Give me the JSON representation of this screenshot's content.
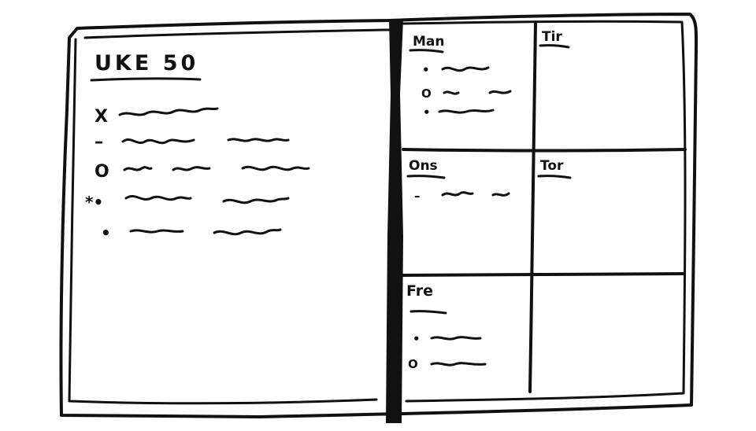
{
  "ink_color": "#111111",
  "paper_color": "#ffffff",
  "left_page": {
    "title": "UKE 50",
    "entries": [
      {
        "bullet": "X",
        "bullet_name": "completed-task-x-icon",
        "scribbles": 1
      },
      {
        "bullet": "–",
        "bullet_name": "note-dash-icon",
        "scribbles": 2
      },
      {
        "bullet": "O",
        "bullet_name": "event-circle-icon",
        "scribbles": 3
      },
      {
        "bullet": "*•",
        "bullet_name": "priority-task-icon",
        "scribbles": 2
      },
      {
        "bullet": "•",
        "bullet_name": "task-dot-icon",
        "scribbles": 2
      }
    ]
  },
  "right_page": {
    "days": [
      {
        "label": "Man",
        "entries": [
          {
            "bullet": "•",
            "bullet_name": "task-dot-icon"
          },
          {
            "bullet": "O",
            "bullet_name": "event-circle-icon"
          },
          {
            "bullet": "•",
            "bullet_name": "task-dot-icon"
          }
        ]
      },
      {
        "label": "Tir",
        "entries": []
      },
      {
        "label": "Ons",
        "entries": [
          {
            "bullet": "–",
            "bullet_name": "note-dash-icon"
          }
        ]
      },
      {
        "label": "Tor",
        "entries": []
      },
      {
        "label": "Fre",
        "entries": [
          {
            "bullet": "•",
            "bullet_name": "task-dot-icon"
          },
          {
            "bullet": "O",
            "bullet_name": "event-circle-icon"
          }
        ]
      },
      {
        "label": "",
        "entries": []
      }
    ]
  }
}
